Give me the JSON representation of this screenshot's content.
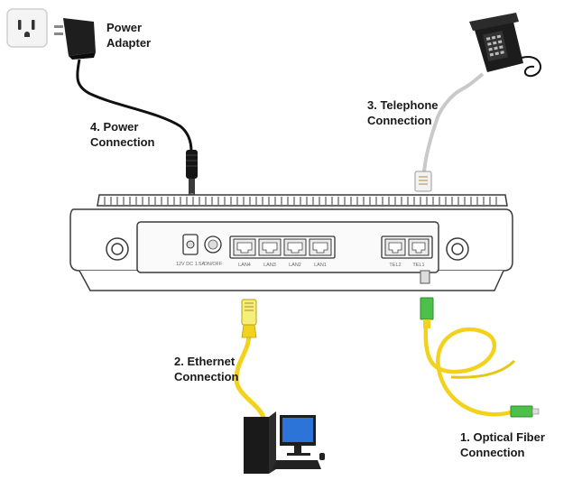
{
  "labels": {
    "power_adapter": [
      "Power",
      "Adapter"
    ],
    "power_connection": [
      "4. Power",
      "Connection"
    ],
    "telephone_connection": [
      "3. Telephone",
      "Connection"
    ],
    "ethernet_connection": [
      "2. Ethernet",
      "Connection"
    ],
    "optical_fiber_connection": [
      "1.  Optical Fiber",
      "Connection"
    ]
  },
  "router_ports": {
    "power": "12V DC 1.5A",
    "power_switch": "ON/OFF",
    "lan": [
      "LAN4",
      "LAN3",
      "LAN2",
      "LAN1"
    ],
    "tel": [
      "TEL2",
      "TEL1"
    ]
  },
  "colors": {
    "ethernet_cable": "#f2d21c",
    "fiber_cable": "#f2d21c",
    "fiber_connector": "#4cc14a",
    "power_cable": "#111111",
    "phone_cord": "#c9c9c9",
    "router_outline": "#3a3a3a"
  }
}
